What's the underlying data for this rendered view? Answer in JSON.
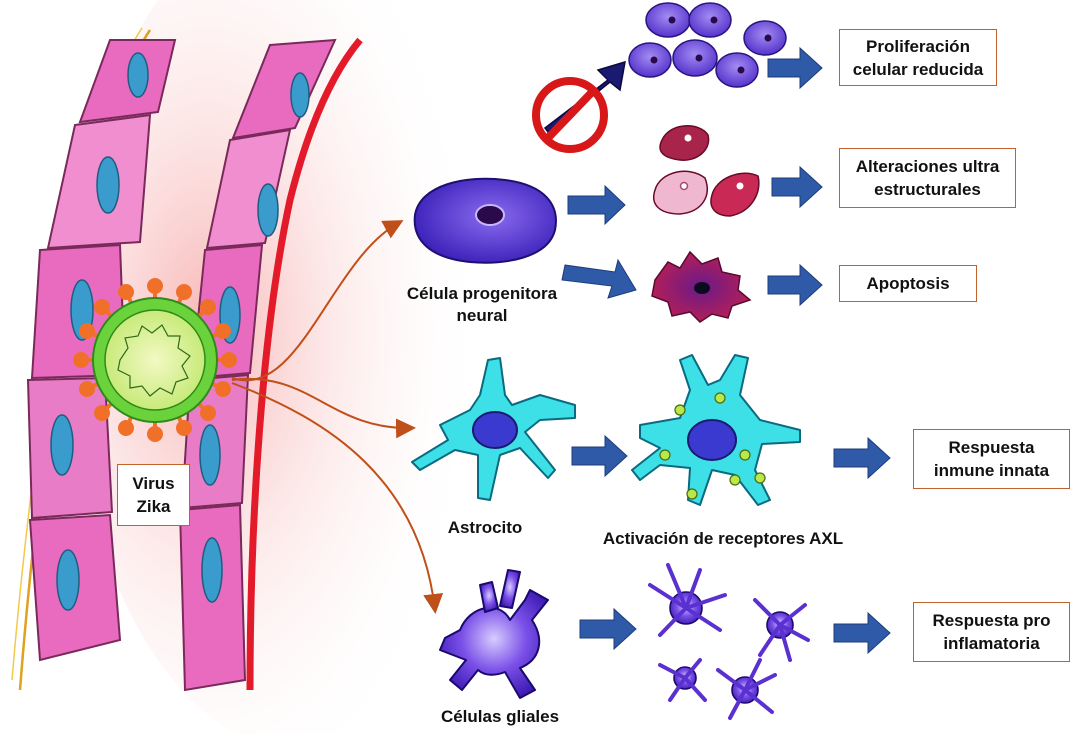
{
  "virus": {
    "line1": "Virus",
    "line2": "Zika"
  },
  "cells": {
    "progenitor": {
      "line1": "Célula progenitora",
      "line2": "neural"
    },
    "astrocyte": "Astrocito",
    "axl": "Activación de receptores AXL",
    "glial": "Células gliales"
  },
  "outcomes": {
    "proliferation": {
      "line1": "Proliferación",
      "line2": "celular reducida"
    },
    "ultrastructural": {
      "line1": "Alteraciones ultra",
      "line2": "estructurales"
    },
    "apoptosis": "Apoptosis",
    "innate": {
      "line1": "Respuesta",
      "line2": "inmune innata"
    },
    "inflammatory": {
      "line1": "Respuesta pro",
      "line2": "inflamatoria"
    }
  },
  "colors": {
    "arrow_blue": "#2f5aa8",
    "connector_orange": "#c0501a",
    "box_border": "#c0622b",
    "vessel_pink": "#e86bbf",
    "nucleus_blue": "#3a9ccc",
    "virus_green": "#6ad23a",
    "spike_orange": "#f0702a",
    "progenitor_purple": "#5a3ad8",
    "astrocyte_cyan": "#3ee0e8",
    "glial_violet": "#5a30d0"
  }
}
